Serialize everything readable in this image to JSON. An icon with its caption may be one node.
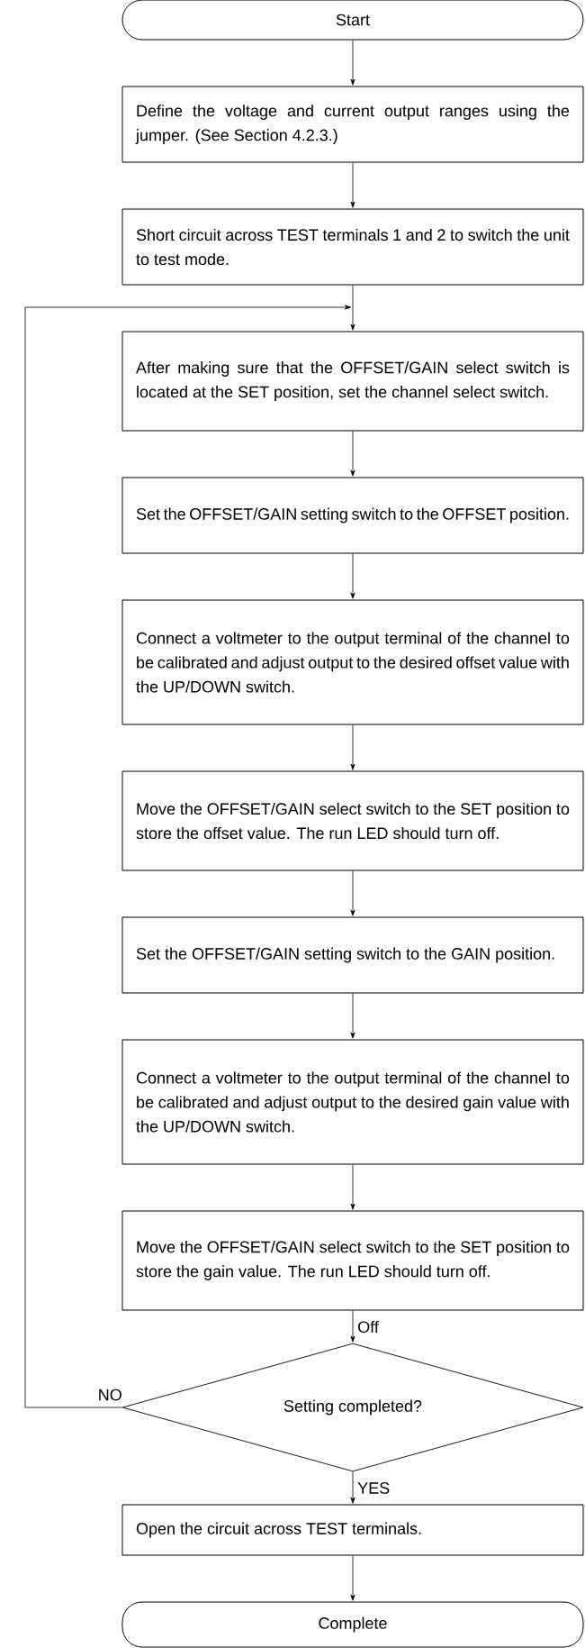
{
  "diagram": {
    "nodes": [
      {
        "text": [
          "Start"
        ]
      },
      {
        "text": [
          "Define the voltage and current output ranges using the jumper. (See Section 4.2.3.)"
        ]
      },
      {
        "text": [
          "Short circuit across TEST terminals 1 and 2 to switch the unit to test mode."
        ]
      },
      {
        "text": [
          "After making sure that the OFFSET/GAIN select switch is located at the SET position, set the channel select switch."
        ]
      },
      {
        "text": [
          "Set the OFFSET/GAIN setting switch to the OFFSET position."
        ]
      },
      {
        "text": [
          "Connect a voltmeter to the output terminal of the channel to be calibrated and adjust output to the desired offset value with the UP/DOWN switch."
        ]
      },
      {
        "text": [
          "Move the OFFSET/GAIN select switch to the SET position to store the offset value. The run LED should turn off."
        ]
      },
      {
        "text": [
          "Set the OFFSET/GAIN setting switch to the GAIN position."
        ]
      },
      {
        "text": [
          "Connect a voltmeter to the output terminal of the channel to be calibrated and adjust output to the desired gain value with the UP/DOWN switch."
        ]
      },
      {
        "text": [
          "Move the OFFSET/GAIN select switch to the SET position to store the gain value. The run LED should turn off."
        ]
      },
      {
        "text": [
          "Setting completed?"
        ]
      },
      {
        "text": [
          "Open the circuit across TEST terminals."
        ]
      },
      {
        "text": [
          "Complete"
        ]
      }
    ],
    "edges": [
      {
        "from": 0,
        "to": 1,
        "arrow": "to"
      },
      {
        "from": 1,
        "to": 2,
        "arrow": "to"
      },
      {
        "from": 2,
        "to": 3,
        "arrow": "to"
      },
      {
        "from": 3,
        "to": 4,
        "arrow": "to"
      },
      {
        "from": 4,
        "to": 5,
        "arrow": "to"
      },
      {
        "from": 5,
        "to": 6,
        "arrow": "to"
      },
      {
        "from": 6,
        "to": 7,
        "arrow": "to"
      },
      {
        "from": 7,
        "to": 8,
        "arrow": "to"
      },
      {
        "from": 8,
        "to": 9,
        "arrow": "to"
      },
      {
        "from": 9,
        "to": 10,
        "label": "Off",
        "arrow": "to"
      },
      {
        "from": 10,
        "to": 11,
        "label": "YES",
        "arrow": "to"
      },
      {
        "from": 11,
        "to": 12,
        "arrow": "to"
      },
      {
        "from": 10,
        "to": 3,
        "label": "NO",
        "arrow": "to"
      }
    ]
  }
}
